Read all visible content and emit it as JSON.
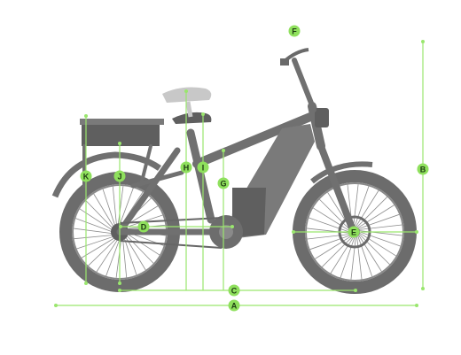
{
  "diagram": {
    "colors": {
      "accent": "#8fe05d",
      "bike": "#7a7a7a"
    },
    "labels": [
      "A",
      "B",
      "C",
      "D",
      "E",
      "F",
      "G",
      "H",
      "I",
      "J",
      "K"
    ]
  }
}
